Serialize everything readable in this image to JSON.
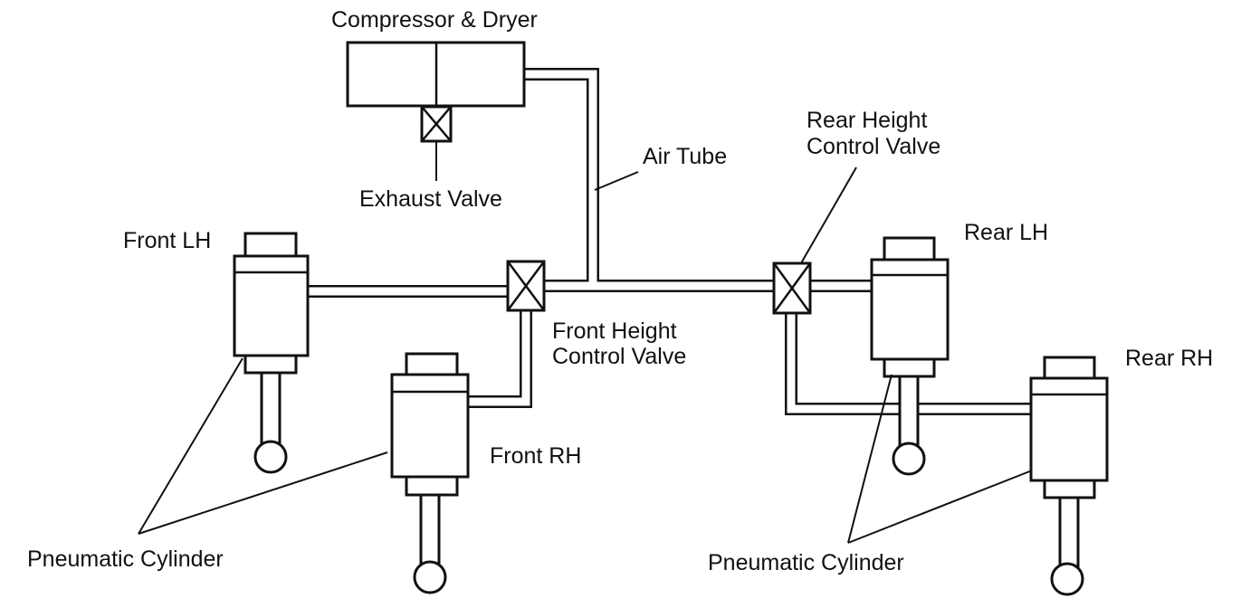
{
  "diagram": {
    "labels": {
      "compressor_dryer": "Compressor & Dryer",
      "exhaust_valve": "Exhaust Valve",
      "air_tube": "Air Tube",
      "front_lh": "Front LH",
      "front_rh": "Front RH",
      "front_height_valve_line1": "Front Height",
      "front_height_valve_line2": "Control Valve",
      "rear_height_valve_line1": "Rear Height",
      "rear_height_valve_line2": "Control Valve",
      "rear_lh": "Rear LH",
      "rear_rh": "Rear RH",
      "pneumatic_cylinder_front": "Pneumatic Cylinder",
      "pneumatic_cylinder_rear": "Pneumatic Cylinder"
    },
    "colors": {
      "ink": "#111111",
      "background": "#ffffff"
    }
  }
}
